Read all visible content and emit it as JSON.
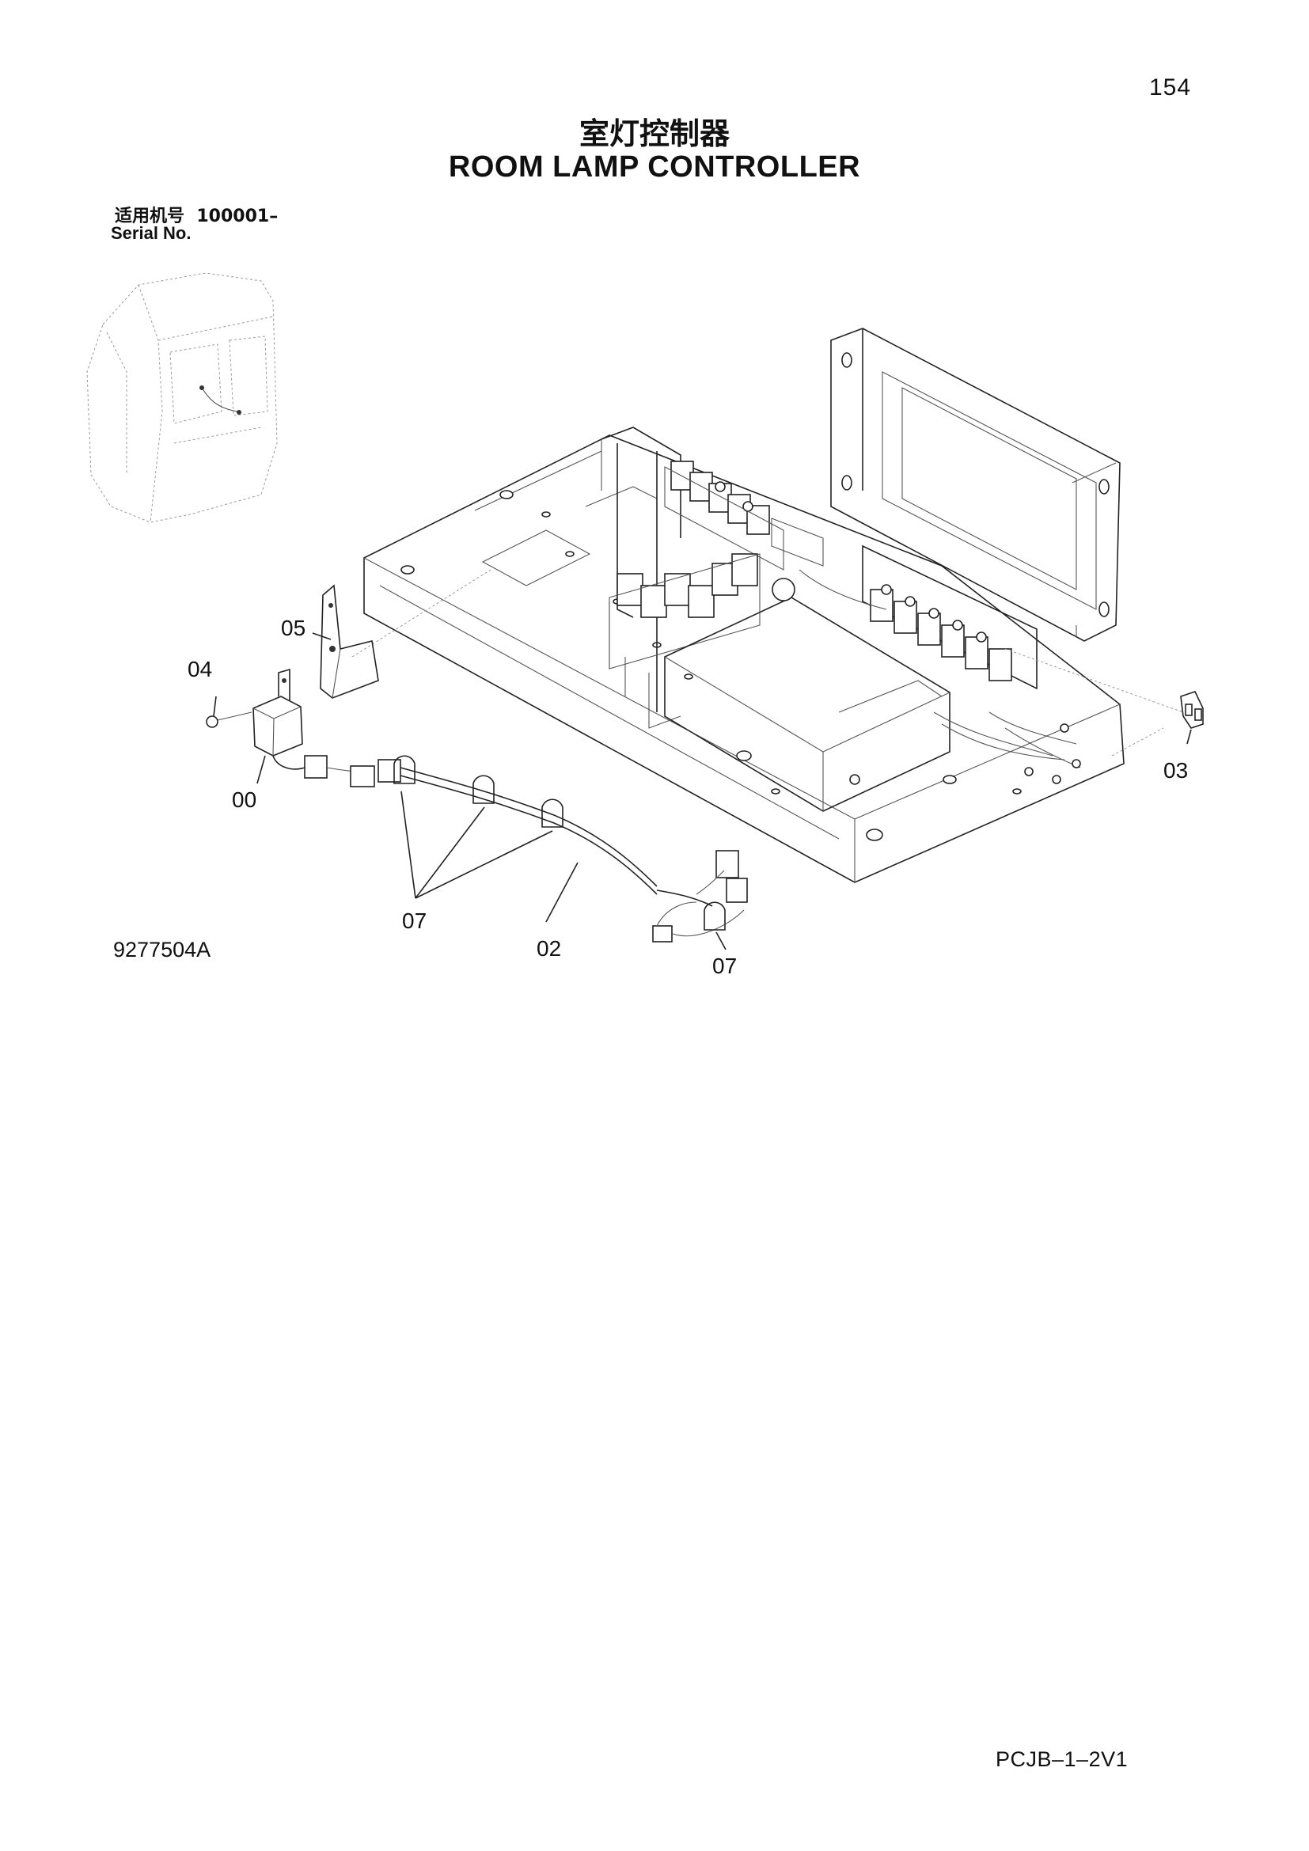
{
  "page": {
    "number": "154",
    "title_cn": "室灯控制器",
    "title_en": "ROOM LAMP CONTROLLER",
    "serial_label_cn": "适用机号",
    "serial_value": "100001–",
    "serial_label_en": "Serial No.",
    "drawing_code": "9277504A",
    "footer_code": "PCJB–1–2V1"
  },
  "callouts": [
    "05",
    "04",
    "00",
    "07",
    "02",
    "07",
    "03"
  ]
}
